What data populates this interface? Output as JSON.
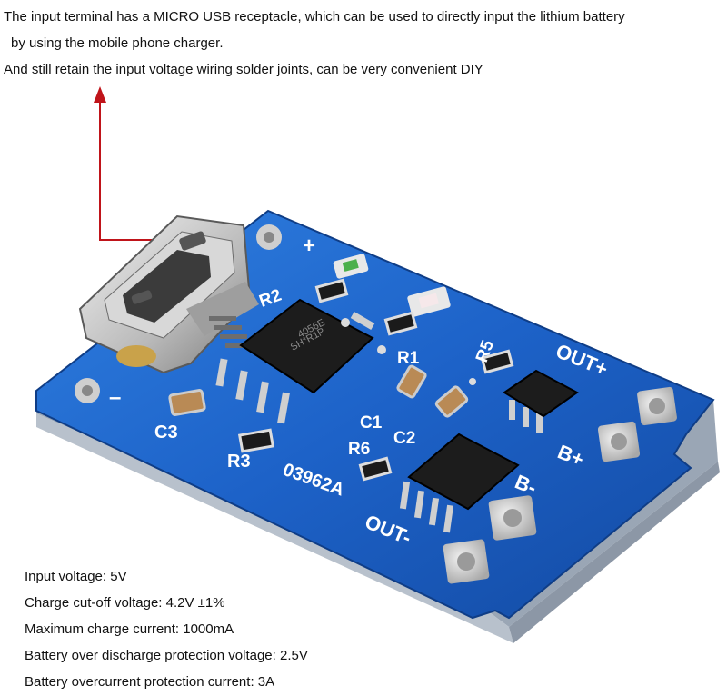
{
  "description_lines": [
    "The input terminal has a MICRO USB receptacle, which can be used to directly input the lithium battery",
    "by using the mobile phone charger.",
    "And still retain the input voltage wiring solder joints, can be very convenient DIY"
  ],
  "specs": [
    "Input voltage: 5V",
    "Charge cut-off voltage: 4.2V ±1%",
    "Maximum charge current: 1000mA",
    "Battery over discharge protection voltage: 2.5V",
    "Battery overcurrent protection current: 3A"
  ],
  "board_labels": {
    "plus": "+",
    "minus": "–",
    "r2": "R2",
    "r1": "R1",
    "r5": "R5",
    "r6": "R6",
    "r3": "R3",
    "c1": "C1",
    "c2": "C2",
    "c3": "C3",
    "out_plus": "OUT+",
    "b_plus": "B+",
    "b_minus": "B-",
    "out_minus": "OUT-",
    "code": "03962A",
    "ic_marking_1": "4056E",
    "ic_marking_2": "SH*R1P"
  },
  "colors": {
    "pcb_blue": "#1a5fbf",
    "arrow_red": "#c0141a",
    "pad_silver": "#d4d4d4"
  }
}
